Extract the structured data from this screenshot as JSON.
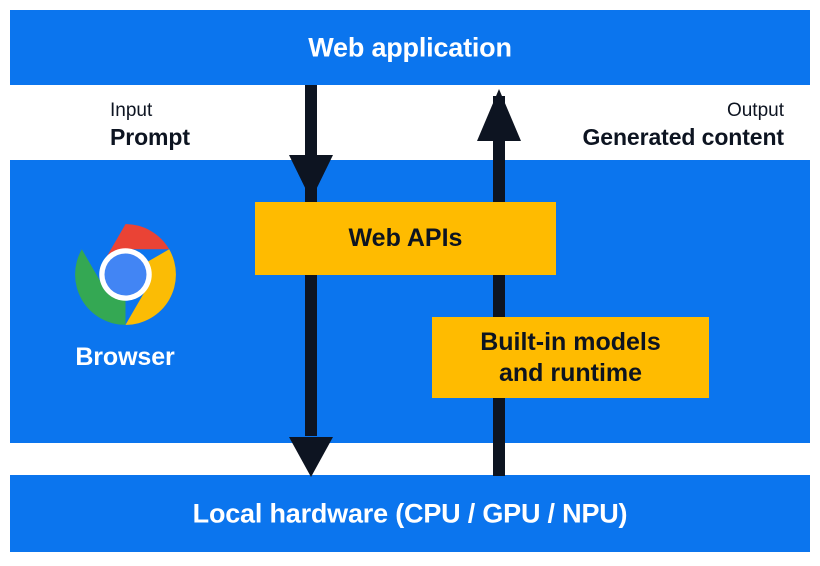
{
  "diagram": {
    "bands": {
      "top": {
        "title": "Web application"
      },
      "middle": {
        "browser_label": "Browser"
      },
      "bottom": {
        "title": "Local hardware (CPU / GPU / NPU)"
      }
    },
    "flows": {
      "input": {
        "kicker": "Input",
        "main": "Prompt"
      },
      "output": {
        "kicker": "Output",
        "main": "Generated content"
      }
    },
    "boxes": {
      "web_apis": {
        "label": "Web APIs"
      },
      "builtin_models": {
        "line1": "Built-in models",
        "line2": "and runtime"
      }
    },
    "icons": {
      "chrome": "chrome-logo-icon",
      "arrow_down": "arrow-down-icon",
      "arrow_up": "arrow-up-icon"
    },
    "colors": {
      "blue_band": "#0B75EE",
      "yellow_box": "#FFBB00",
      "arrow_dark": "#0D1421",
      "text_dark": "#0D1421",
      "text_light": "#FFFFFF",
      "chrome_red": "#EA4335",
      "chrome_green": "#34A853",
      "chrome_yellow": "#FBBC05",
      "chrome_blue": "#4285F4"
    }
  }
}
